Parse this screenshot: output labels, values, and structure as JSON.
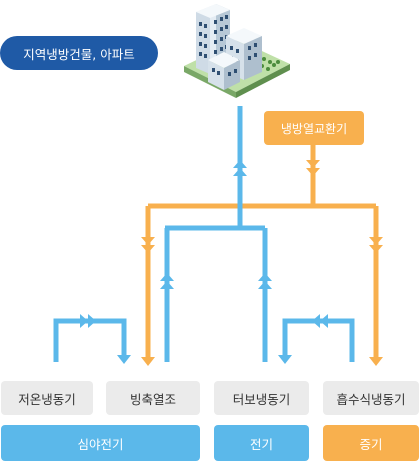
{
  "header": {
    "title": "지역냉방건물, 아파트"
  },
  "heat_exchanger": {
    "label": "냉방열교환기"
  },
  "equipment": [
    {
      "label": "저온냉동기"
    },
    {
      "label": "빙축열조"
    },
    {
      "label": "터보냉동기"
    },
    {
      "label": "흡수식냉동기"
    }
  ],
  "sources": [
    {
      "label": "심야전기"
    },
    {
      "label": "전기"
    },
    {
      "label": "증기"
    }
  ],
  "colors": {
    "blue_line": "#5bb8ea",
    "orange_line": "#f8b04e",
    "title_pill": "#1f5aa6",
    "equipment_box": "#ebebeb",
    "building_icon": "building-complex-icon"
  }
}
